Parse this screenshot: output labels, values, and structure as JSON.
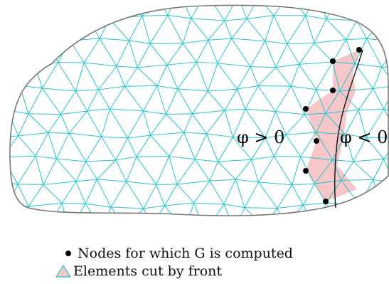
{
  "diagram": {
    "labels": {
      "phi_positive": "φ > 0",
      "phi_negative": "φ < 0"
    },
    "colors": {
      "mesh": "#22c7cf",
      "boundary": "#777777",
      "cut_element": "#f6c6c9",
      "front": "#111111",
      "node": "#000000"
    }
  },
  "legend": {
    "nodes_label": "Nodes for which G is computed",
    "elements_label": "Elements cut by front"
  }
}
